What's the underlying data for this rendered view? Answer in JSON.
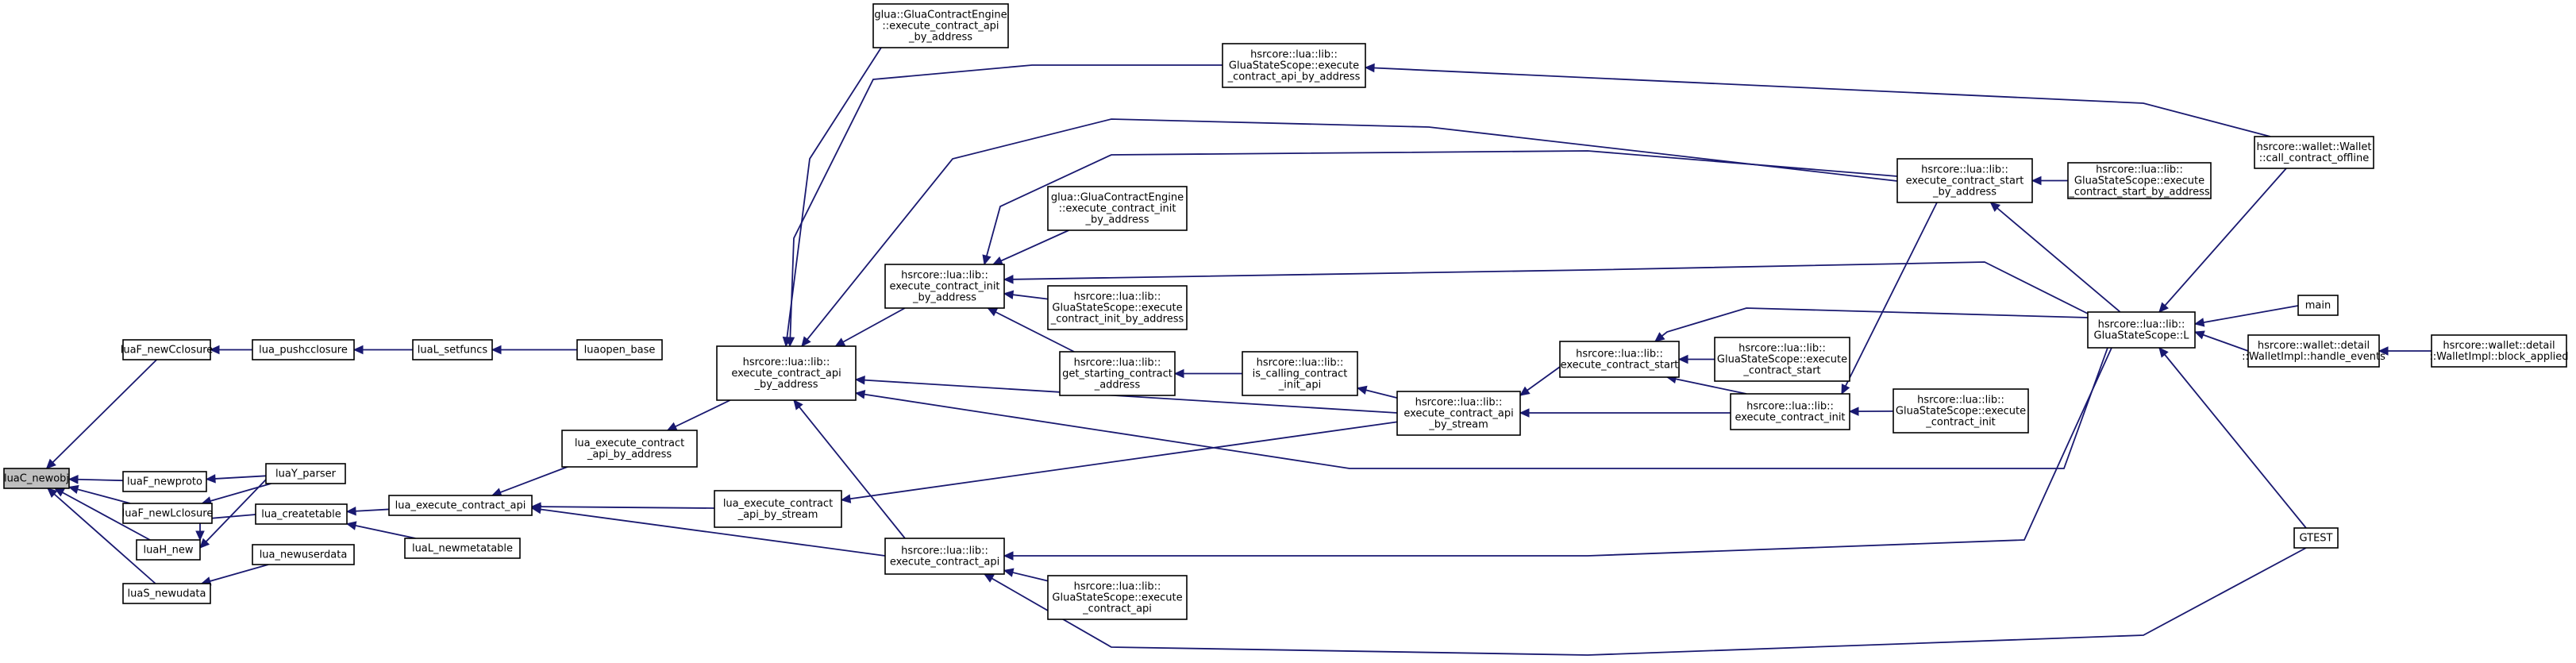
{
  "graph": {
    "node_fill": "#ffffff",
    "root_fill": "#bfbfbf",
    "edge_color": "#191970",
    "nodes": [
      {
        "id": "n0",
        "lines": [
          "luaC_newobj"
        ],
        "root": true
      },
      {
        "id": "n1",
        "lines": [
          "luaF_newCclosure"
        ]
      },
      {
        "id": "n2",
        "lines": [
          "luaF_newproto"
        ]
      },
      {
        "id": "n3",
        "lines": [
          "luaF_newLclosure"
        ]
      },
      {
        "id": "n4",
        "lines": [
          "luaH_new"
        ]
      },
      {
        "id": "n5",
        "lines": [
          "luaS_newudata"
        ]
      },
      {
        "id": "n6",
        "lines": [
          "lua_pushcclosure"
        ]
      },
      {
        "id": "n7",
        "lines": [
          "luaY_parser"
        ]
      },
      {
        "id": "n8",
        "lines": [
          "lua_createtable"
        ]
      },
      {
        "id": "n9",
        "lines": [
          "lua_newuserdata"
        ]
      },
      {
        "id": "n10",
        "lines": [
          "luaL_setfuncs"
        ]
      },
      {
        "id": "n11",
        "lines": [
          "luaopen_base"
        ]
      },
      {
        "id": "n12",
        "lines": [
          "lua_execute_contract_api"
        ]
      },
      {
        "id": "n13",
        "lines": [
          "luaL_newmetatable"
        ]
      },
      {
        "id": "n14",
        "lines": [
          "lua_execute_contract",
          "_api_by_address"
        ]
      },
      {
        "id": "n15",
        "lines": [
          "lua_execute_contract",
          "_api_by_stream"
        ]
      },
      {
        "id": "n16",
        "lines": [
          "hsrcore::lua::lib::",
          "execute_contract_api",
          "_by_address"
        ]
      },
      {
        "id": "n17",
        "lines": [
          "glua::GluaContractEngine",
          "::execute_contract_api",
          "_by_address"
        ]
      },
      {
        "id": "n18",
        "lines": [
          "hsrcore::lua::lib::",
          "execute_contract_init",
          "_by_address"
        ]
      },
      {
        "id": "n19",
        "lines": [
          "hsrcore::lua::lib::",
          "execute_contract_api"
        ]
      },
      {
        "id": "n20",
        "lines": [
          "hsrcore::lua::lib::",
          "GluaStateScope::execute",
          "_contract_api_by_address"
        ]
      },
      {
        "id": "n21",
        "lines": [
          "glua::GluaContractEngine",
          "::execute_contract_init",
          "_by_address"
        ]
      },
      {
        "id": "n22",
        "lines": [
          "hsrcore::lua::lib::",
          "GluaStateScope::execute",
          "_contract_init_by_address"
        ]
      },
      {
        "id": "n23",
        "lines": [
          "hsrcore::lua::lib::",
          "get_starting_contract",
          "_address"
        ]
      },
      {
        "id": "n24",
        "lines": [
          "hsrcore::lua::lib::",
          "GluaStateScope::execute",
          "_contract_api"
        ]
      },
      {
        "id": "n25",
        "lines": [
          "hsrcore::lua::lib::",
          "is_calling_contract",
          "_init_api"
        ]
      },
      {
        "id": "n26",
        "lines": [
          "hsrcore::lua::lib::",
          "execute_contract_api",
          "_by_stream"
        ]
      },
      {
        "id": "n27",
        "lines": [
          "hsrcore::lua::lib::",
          "execute_contract_start"
        ]
      },
      {
        "id": "n28",
        "lines": [
          "hsrcore::lua::lib::",
          "GluaStateScope::execute",
          "_contract_start"
        ]
      },
      {
        "id": "n29",
        "lines": [
          "hsrcore::lua::lib::",
          "execute_contract_init"
        ]
      },
      {
        "id": "n30",
        "lines": [
          "hsrcore::lua::lib::",
          "GluaStateScope::execute",
          "_contract_init"
        ]
      },
      {
        "id": "n31",
        "lines": [
          "hsrcore::lua::lib::",
          "execute_contract_start",
          "_by_address"
        ]
      },
      {
        "id": "n32",
        "lines": [
          "hsrcore::lua::lib::",
          "GluaStateScope::execute",
          "_contract_start_by_address"
        ]
      },
      {
        "id": "n33",
        "lines": [
          "hsrcore::lua::lib::",
          "GluaStateScope::L"
        ]
      },
      {
        "id": "n34",
        "lines": [
          "hsrcore::wallet::Wallet",
          "::call_contract_offline"
        ]
      },
      {
        "id": "n35",
        "lines": [
          "main"
        ]
      },
      {
        "id": "n36",
        "lines": [
          "hsrcore::wallet::detail",
          "::WalletImpl::handle_events"
        ]
      },
      {
        "id": "n37",
        "lines": [
          "hsrcore::wallet::detail",
          "::WalletImpl::block_applied"
        ]
      },
      {
        "id": "n38",
        "lines": [
          "GTEST"
        ]
      }
    ],
    "edges": [
      {
        "from": "n1",
        "to": "n0"
      },
      {
        "from": "n2",
        "to": "n0"
      },
      {
        "from": "n3",
        "to": "n0"
      },
      {
        "from": "n4",
        "to": "n0"
      },
      {
        "from": "n5",
        "to": "n0"
      },
      {
        "from": "n6",
        "to": "n1"
      },
      {
        "from": "n7",
        "to": "n2"
      },
      {
        "from": "n7",
        "to": "n3"
      },
      {
        "from": "n7",
        "to": "n4"
      },
      {
        "from": "n8",
        "to": "n4"
      },
      {
        "from": "n9",
        "to": "n5"
      },
      {
        "from": "n10",
        "to": "n6"
      },
      {
        "from": "n11",
        "to": "n10"
      },
      {
        "from": "n12",
        "to": "n8"
      },
      {
        "from": "n13",
        "to": "n8"
      },
      {
        "from": "n14",
        "to": "n12"
      },
      {
        "from": "n15",
        "to": "n12"
      },
      {
        "from": "n19",
        "to": "n12"
      },
      {
        "from": "n16",
        "to": "n14"
      },
      {
        "from": "n26",
        "to": "n15"
      },
      {
        "from": "n17",
        "to": "n16"
      },
      {
        "from": "n18",
        "to": "n16"
      },
      {
        "from": "n19",
        "to": "n16"
      },
      {
        "from": "n20",
        "to": "n16"
      },
      {
        "from": "n26",
        "to": "n16"
      },
      {
        "from": "n31",
        "to": "n16"
      },
      {
        "from": "n33",
        "to": "n16"
      },
      {
        "from": "n21",
        "to": "n18"
      },
      {
        "from": "n22",
        "to": "n18"
      },
      {
        "from": "n23",
        "to": "n18"
      },
      {
        "from": "n31",
        "to": "n18"
      },
      {
        "from": "n33",
        "to": "n18"
      },
      {
        "from": "n24",
        "to": "n19"
      },
      {
        "from": "n33",
        "to": "n19"
      },
      {
        "from": "n38",
        "to": "n19"
      },
      {
        "from": "n34",
        "to": "n20"
      },
      {
        "from": "n25",
        "to": "n23"
      },
      {
        "from": "n26",
        "to": "n25"
      },
      {
        "from": "n27",
        "to": "n26"
      },
      {
        "from": "n29",
        "to": "n26"
      },
      {
        "from": "n28",
        "to": "n27"
      },
      {
        "from": "n29",
        "to": "n27"
      },
      {
        "from": "n33",
        "to": "n27"
      },
      {
        "from": "n30",
        "to": "n29"
      },
      {
        "from": "n31",
        "to": "n29"
      },
      {
        "from": "n32",
        "to": "n31"
      },
      {
        "from": "n33",
        "to": "n31"
      },
      {
        "from": "n34",
        "to": "n33"
      },
      {
        "from": "n35",
        "to": "n33"
      },
      {
        "from": "n36",
        "to": "n33"
      },
      {
        "from": "n38",
        "to": "n33"
      },
      {
        "from": "n37",
        "to": "n36"
      }
    ]
  }
}
